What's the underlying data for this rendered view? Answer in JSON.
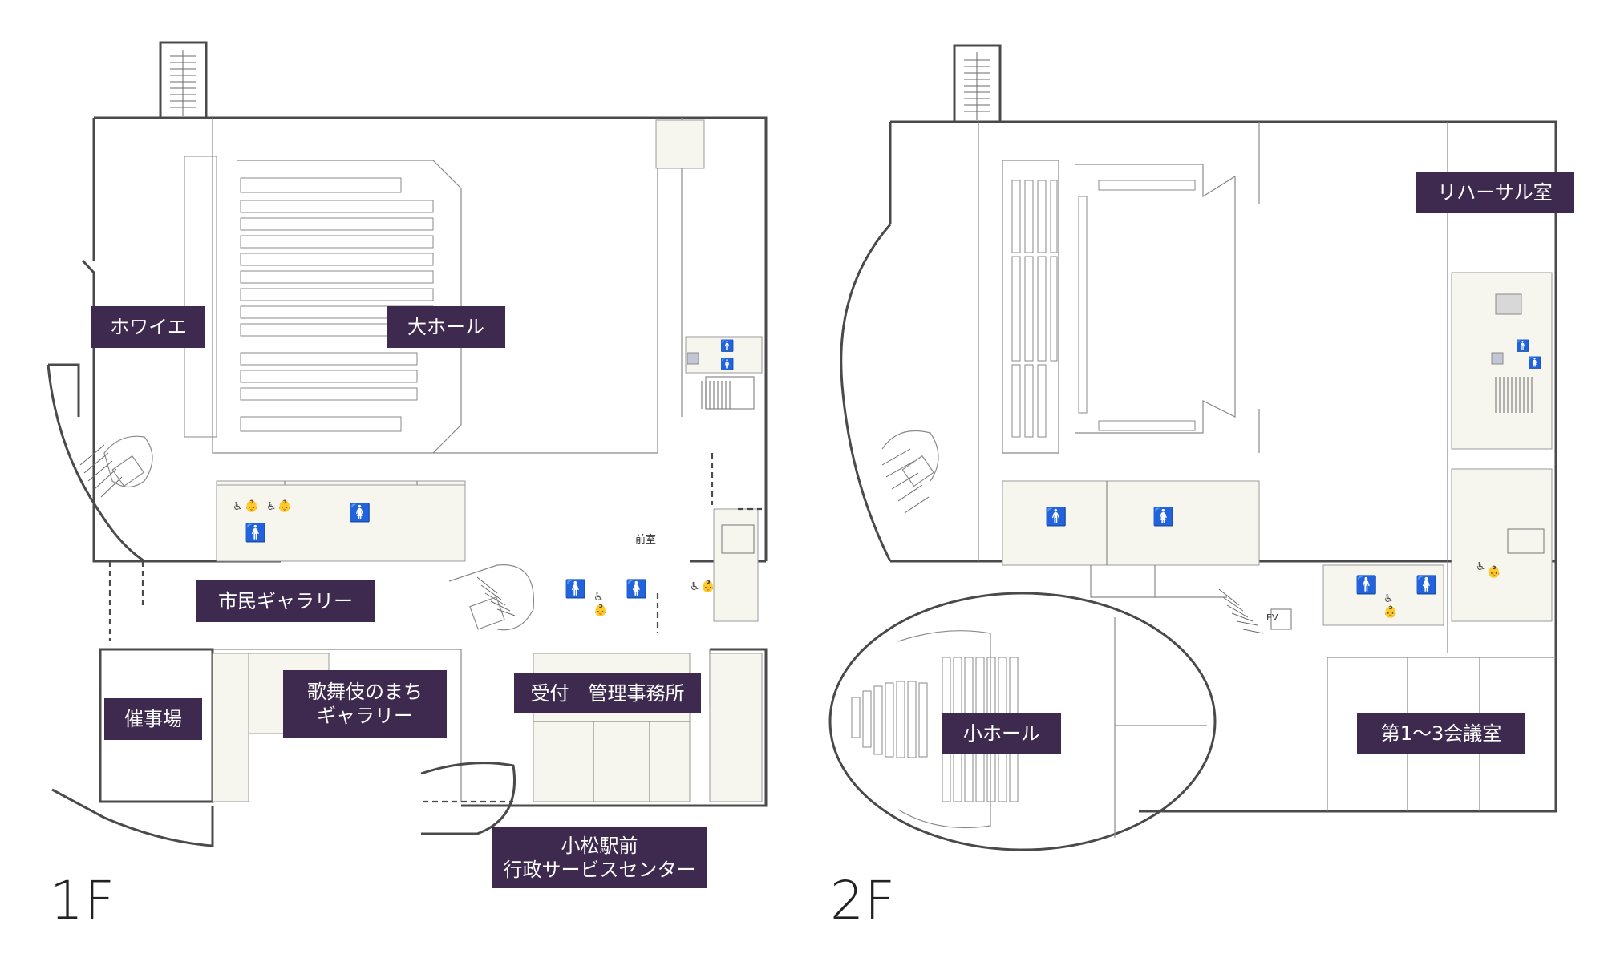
{
  "floors": [
    {
      "id": "1F",
      "floor_label": "1F",
      "rooms": {
        "foyer": "ホワイエ",
        "main_hall": "大ホール",
        "citizen_gallery": "市民ギャラリー",
        "event_space": "催事場",
        "kabuki_gallery_line1": "歌舞伎のまち",
        "kabuki_gallery_line2": "ギャラリー",
        "reception": "受付　管理事務所",
        "service_center_line1": "小松駅前",
        "service_center_line2": "行政サービスセンター",
        "anteroom": "前室"
      }
    },
    {
      "id": "2F",
      "floor_label": "2F",
      "rooms": {
        "rehearsal_room": "リハーサル室",
        "small_hall": "小ホール",
        "meeting_rooms": "第1〜3会議室",
        "elevator": "EV"
      }
    }
  ],
  "icons": {
    "male": "male-restroom-icon",
    "female": "female-restroom-icon",
    "accessible": "accessible-restroom-icon",
    "baby": "baby-care-icon"
  },
  "colors": {
    "label_bg": "#3f2a4f",
    "label_text": "#ffffff",
    "room_fill": "#f6f6ee",
    "wall": "#4a4a4a"
  }
}
